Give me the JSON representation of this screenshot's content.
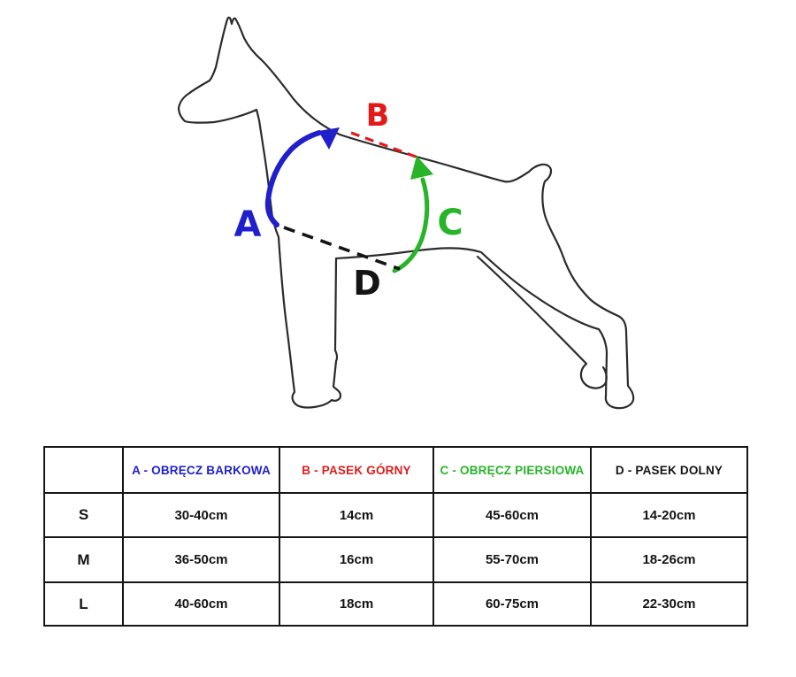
{
  "page": {
    "background": "#ffffff"
  },
  "diagram": {
    "markers": [
      {
        "letter": "A",
        "color": "#1f1fcb"
      },
      {
        "letter": "B",
        "color": "#e11a1a"
      },
      {
        "letter": "C",
        "color": "#28b428"
      },
      {
        "letter": "D",
        "color": "#141414"
      }
    ],
    "outline_color": "#2b2b2b"
  },
  "table": {
    "columns": [
      "",
      "A - OBRĘCZ BARKOWA",
      "B - PASEK GÓRNY",
      "C - OBRĘCZ PIERSIOWA",
      "D - PASEK DOLNY"
    ],
    "header_colors": [
      "#141414",
      "#1f1fcb",
      "#e11a1a",
      "#28b428",
      "#141414"
    ],
    "rows": [
      {
        "size": "S",
        "values": [
          "30-40cm",
          "14cm",
          "45-60cm",
          "14-20cm"
        ]
      },
      {
        "size": "M",
        "values": [
          "36-50cm",
          "16cm",
          "55-70cm",
          "18-26cm"
        ]
      },
      {
        "size": "L",
        "values": [
          "40-60cm",
          "18cm",
          "60-75cm",
          "22-30cm"
        ]
      }
    ]
  }
}
